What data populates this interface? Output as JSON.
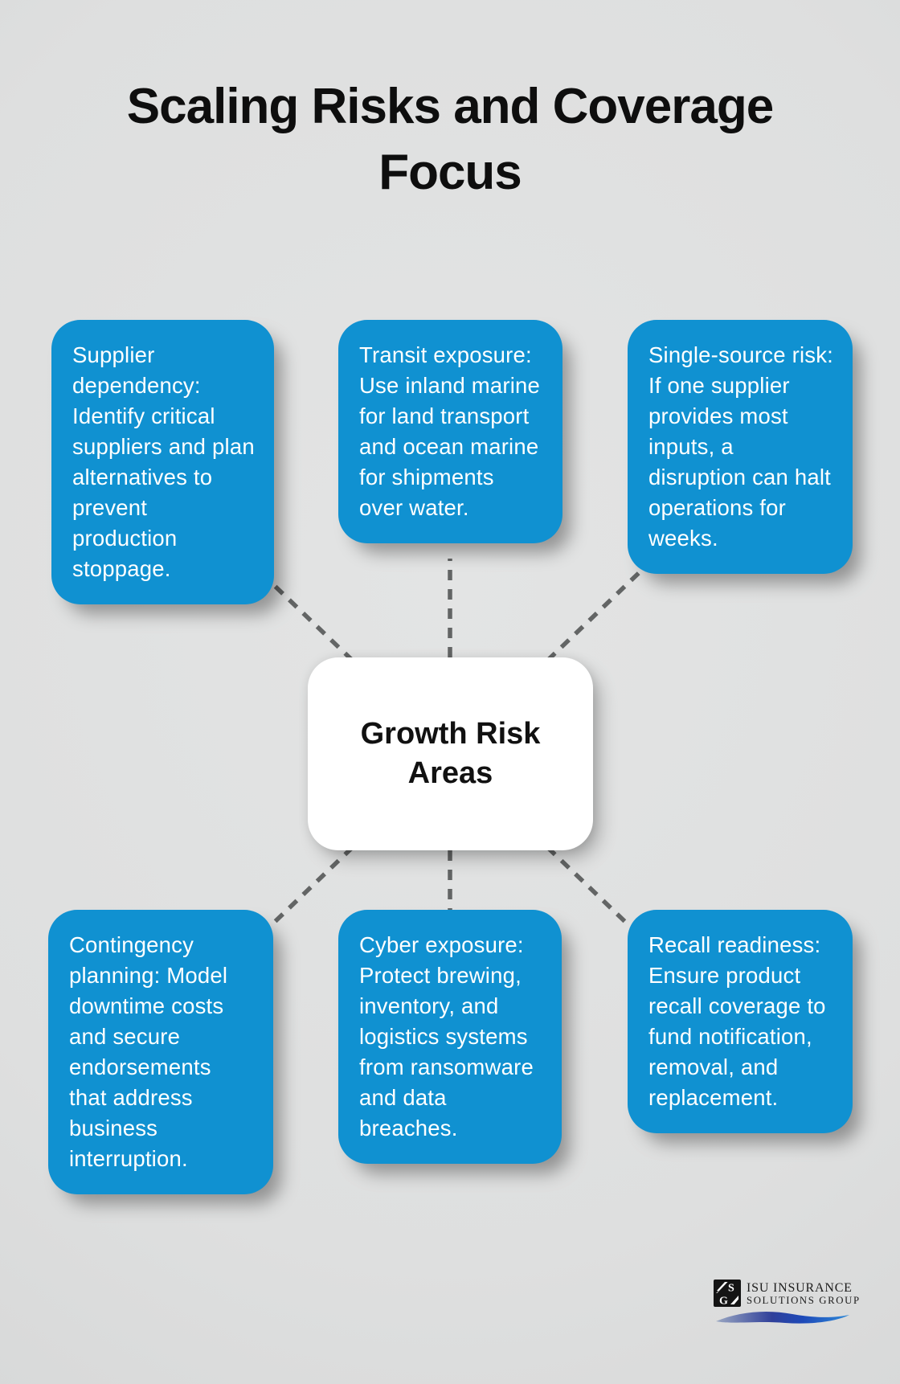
{
  "title": {
    "text": "Scaling Risks and Coverage Focus"
  },
  "center_node": {
    "label": "Growth Risk Areas"
  },
  "risk_nodes": [
    {
      "id": "supplier-dependency",
      "text": "Supplier dependency: Identify critical suppliers and plan alternatives to prevent production stoppage."
    },
    {
      "id": "transit-exposure",
      "text": "Transit exposure: Use inland marine for land transport and ocean marine for shipments over water."
    },
    {
      "id": "single-source-risk",
      "text": "Single-source risk: If one supplier provides most inputs, a disruption can halt operations for weeks."
    },
    {
      "id": "contingency-planning",
      "text": "Contingency planning: Model downtime costs and secure endorsements that address business interruption."
    },
    {
      "id": "cyber-exposure",
      "text": "Cyber exposure: Protect brewing, inventory, and logistics systems from ransomware and data breaches."
    },
    {
      "id": "recall-readiness",
      "text": "Recall readiness: Ensure product recall coverage to fund notification, removal, and replacement."
    }
  ],
  "logo": {
    "name_line1": "ISU INSURANCE",
    "name_line2": "SOLUTIONS GROUP",
    "mark_icon": "isu-monogram-square"
  },
  "colors": {
    "background": "#dedede",
    "node_fill": "#1091d1",
    "node_text": "#ffffff",
    "center_fill": "#ffffff",
    "center_text": "#111111",
    "connector_dash": "#636565",
    "title_text": "#0e0e0e",
    "logo_swoosh_start": "#9aa7c2",
    "logo_swoosh_mid": "#1d49b8",
    "logo_swoosh_end": "#2f8ad8"
  }
}
